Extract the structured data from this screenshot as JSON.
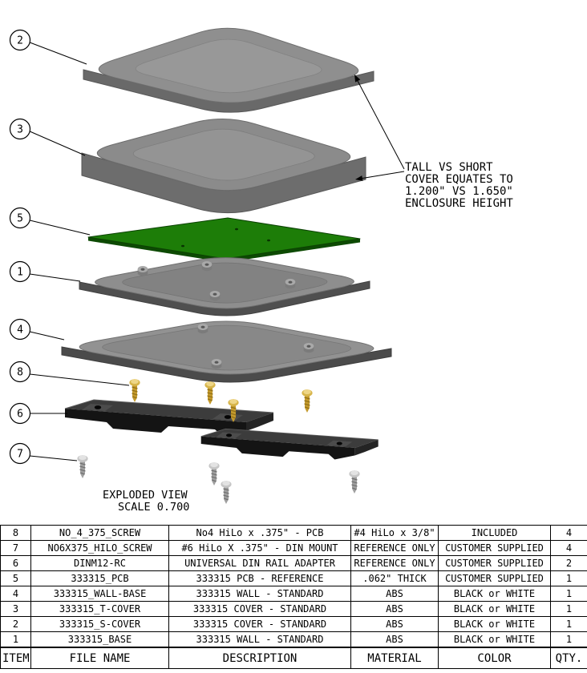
{
  "drawing": {
    "balloons": [
      {
        "label": "2"
      },
      {
        "label": "3"
      },
      {
        "label": "5"
      },
      {
        "label": "1"
      },
      {
        "label": "4"
      },
      {
        "label": "8"
      },
      {
        "label": "6"
      },
      {
        "label": "7"
      }
    ],
    "note": {
      "lines": [
        "TALL VS SHORT",
        "COVER EQUATES TO",
        "1.200\" VS 1.650\"",
        "ENCLOSURE HEIGHT"
      ]
    },
    "view_title": "EXPLODED VIEW",
    "view_scale": "SCALE 0.700"
  },
  "colors": {
    "pcb_green": "#1d7d08",
    "screw_brass": "#d7b54b",
    "screw_steel": "#c6c6c6",
    "adapter_black": "#141414",
    "part_gray": "#8f8f8f"
  },
  "table": {
    "headers": [
      "ITEM",
      "FILE NAME",
      "DESCRIPTION",
      "MATERIAL",
      "COLOR",
      "QTY."
    ],
    "rows": [
      [
        "8",
        "NO_4_375_SCREW",
        "No4 HiLo x .375\" - PCB",
        "#4 HiLo x 3/8\"",
        "INCLUDED",
        "4"
      ],
      [
        "7",
        "NO6X375_HILO_SCREW",
        "#6 HiLo X .375\" - DIN MOUNT",
        "REFERENCE ONLY",
        "CUSTOMER SUPPLIED",
        "4"
      ],
      [
        "6",
        "DINM12-RC",
        "UNIVERSAL DIN RAIL ADAPTER",
        "REFERENCE ONLY",
        "CUSTOMER SUPPLIED",
        "2"
      ],
      [
        "5",
        "333315_PCB",
        "333315 PCB - REFERENCE",
        ".062\" THICK",
        "CUSTOMER SUPPLIED",
        "1"
      ],
      [
        "4",
        "333315_WALL-BASE",
        "333315 WALL - STANDARD",
        "ABS",
        "BLACK or WHITE",
        "1"
      ],
      [
        "3",
        "333315_T-COVER",
        "333315 COVER - STANDARD",
        "ABS",
        "BLACK or WHITE",
        "1"
      ],
      [
        "2",
        "333315_S-COVER",
        "333315 COVER - STANDARD",
        "ABS",
        "BLACK or WHITE",
        "1"
      ],
      [
        "1",
        "333315_BASE",
        "333315 WALL - STANDARD",
        "ABS",
        "BLACK or WHITE",
        "1"
      ]
    ]
  }
}
